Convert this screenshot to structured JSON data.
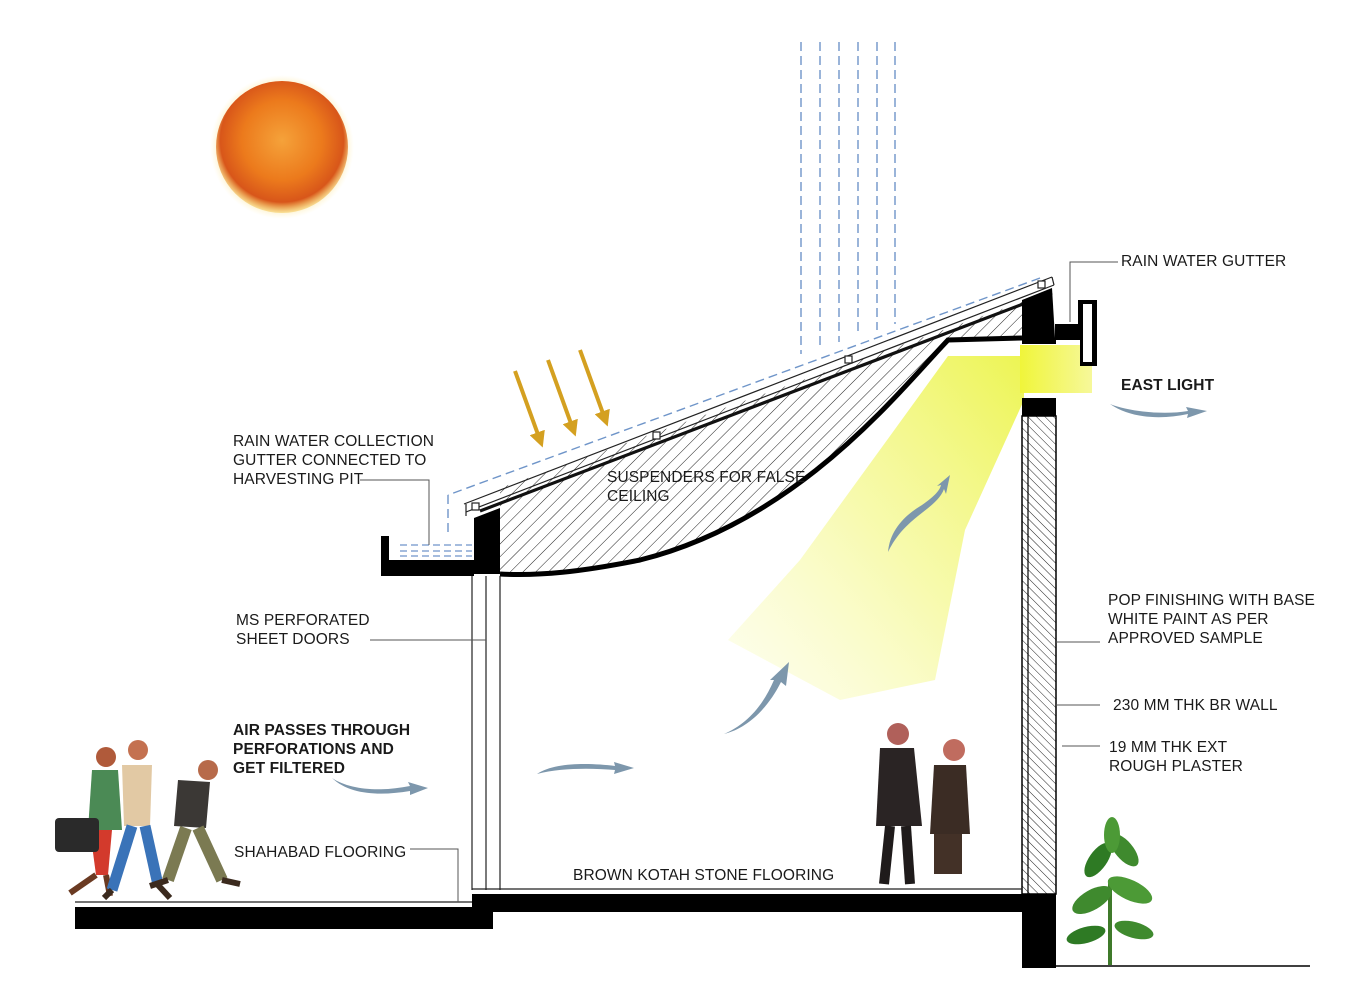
{
  "labels": {
    "rain_gutter": "RAIN WATER GUTTER",
    "east_light": "EAST LIGHT",
    "collection_gutter": [
      "RAIN WATER COLLECTION",
      "GUTTER CONNECTED TO",
      "HARVESTING PIT"
    ],
    "suspenders": [
      "SUSPENDERS FOR FALSE",
      "CEILING"
    ],
    "ms_doors": [
      "MS PERFORATED",
      "SHEET DOORS"
    ],
    "pop_finishing": [
      "POP FINISHING WITH BASE",
      "WHITE PAINT AS PER",
      "APPROVED SAMPLE"
    ],
    "br_wall": "230 MM THK BR WALL",
    "plaster": [
      "19 MM THK EXT",
      "ROUGH PLASTER"
    ],
    "air_passes": [
      "AIR PASSES THROUGH",
      "PERFORATIONS AND",
      "GET FILTERED"
    ],
    "shahabad": "SHAHABAD FLOORING",
    "kotah": "BROWN KOTAH STONE FLOORING"
  },
  "colors": {
    "sun_core": "#f08a1c",
    "sun_edge": "#d94a12",
    "rain": "#6f95c9",
    "sunray": "#d4a020",
    "light_beam": "#eef43c",
    "airflow": "#7d97ac",
    "structure": "#000000"
  }
}
